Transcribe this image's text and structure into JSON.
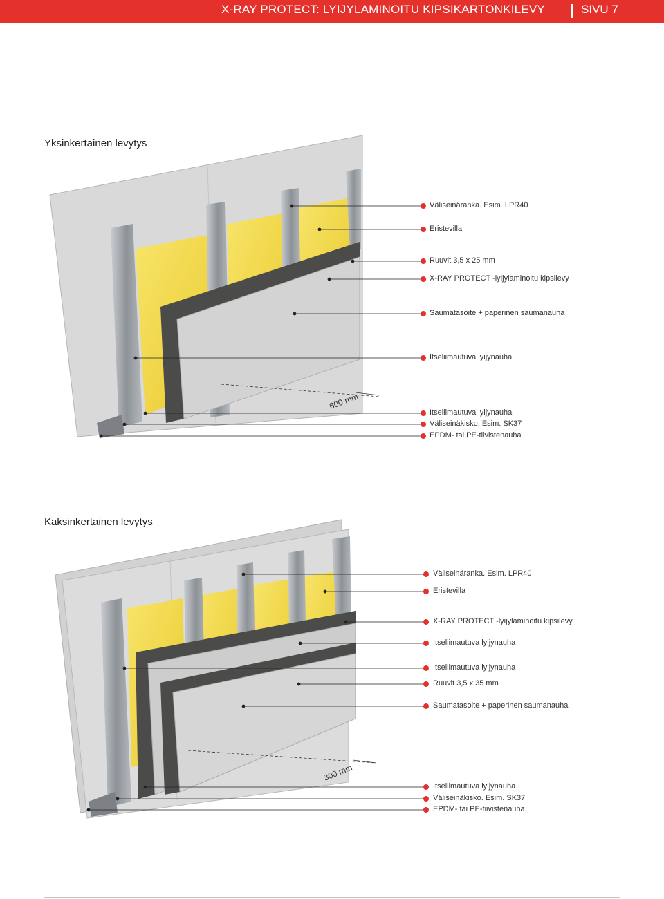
{
  "header": {
    "title": "X-RAY PROTECT: LYIJYLAMINOITU KIPSIKARTONKILEVY",
    "page": "SIVU 7"
  },
  "section1": {
    "title": "Yksinkertainen levytys",
    "dimension": "600 mm",
    "labels": [
      "Väliseinäranka. Esim. LPR40",
      "Eristevilla",
      "Ruuvit 3,5 x 25 mm",
      "X-RAY PROTECT -lyijylaminoitu kipsilevy",
      "Saumatasoite + paperinen saumanauha",
      "Itseliimautuva lyijynauha",
      "Itseliimautuva lyijynauha",
      "Väliseinäkisko. Esim. SK37",
      "EPDM- tai PE-tiivistenauha"
    ]
  },
  "section2": {
    "title": "Kaksinkertainen levytys",
    "dimension": "300 mm",
    "labels": [
      "Väliseinäranka. Esim. LPR40",
      "Eristevilla",
      "X-RAY PROTECT -lyijylaminoitu kipsilevy",
      "Itseliimautuva lyijynauha",
      "Itseliimautuva lyijynauha",
      "Ruuvit 3,5 x 35 mm",
      "Saumatasoite + paperinen saumanauha",
      "Itseliimautuva lyijynauha",
      "Väliseinäkisko. Esim. SK37",
      "EPDM- tai PE-tiivistenauha"
    ]
  },
  "colors": {
    "accent": "#e5312b",
    "insulation": "#f2dc3c",
    "board": "#dcdcdc",
    "steel": "#9ea3a8",
    "lead": "#4a4a48"
  }
}
